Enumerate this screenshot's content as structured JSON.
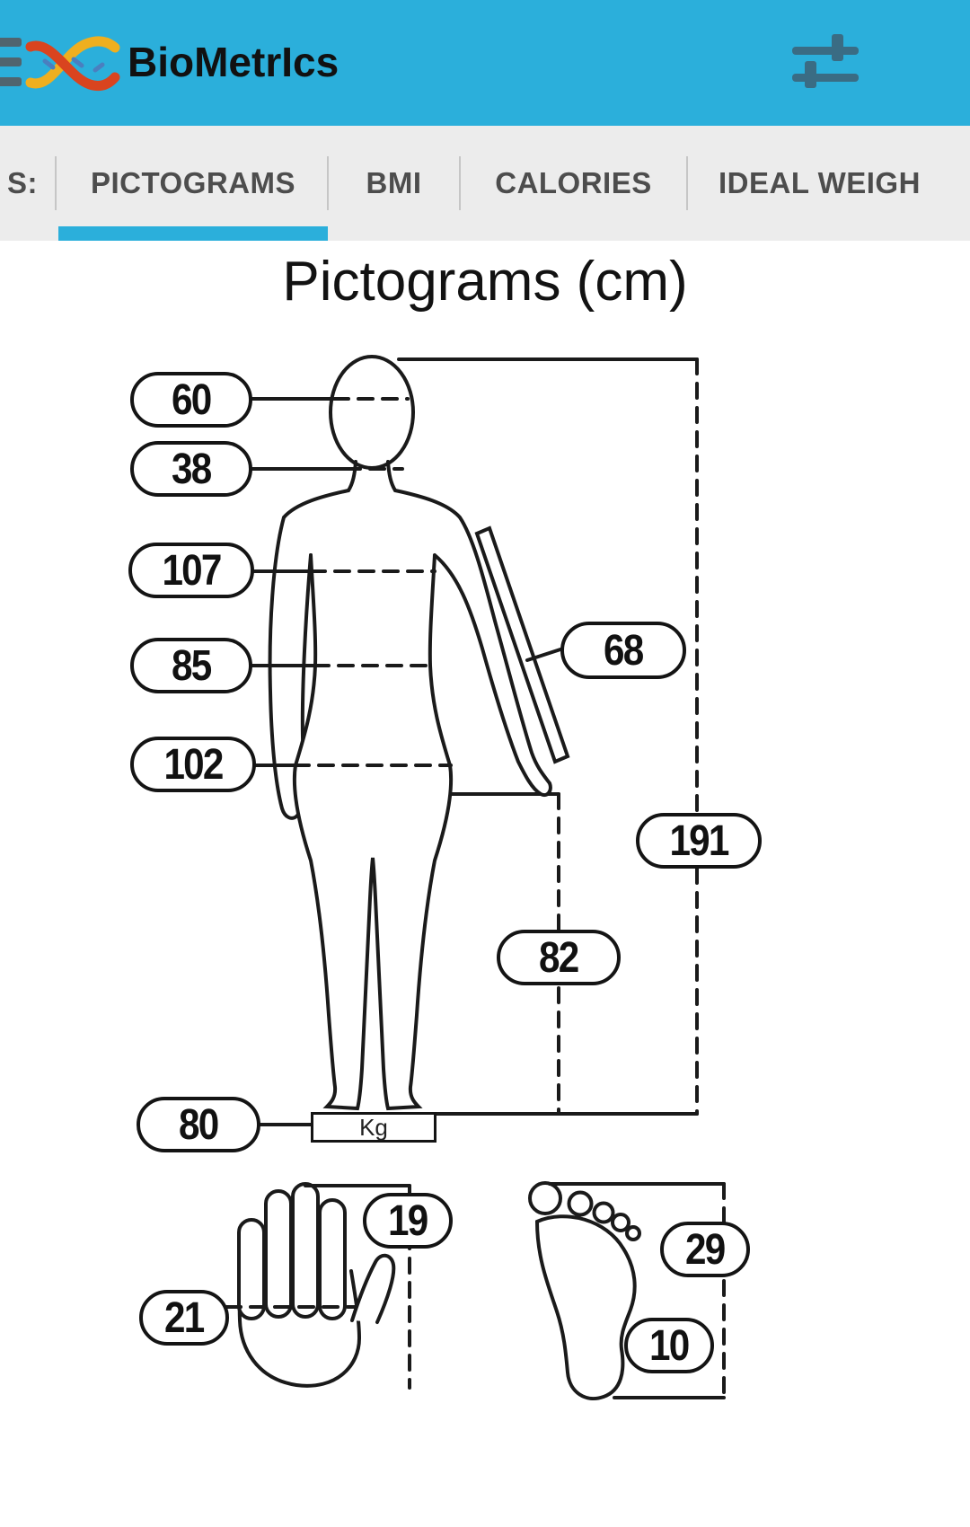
{
  "app_bar": {
    "title": "BioMetrIcs"
  },
  "tabs": {
    "items": [
      {
        "label": "S:",
        "active": false
      },
      {
        "label": "PICTOGRAMS",
        "active": true
      },
      {
        "label": "BMI",
        "active": false
      },
      {
        "label": "CALORIES",
        "active": false
      },
      {
        "label": "IDEAL WEIGH",
        "active": false
      }
    ]
  },
  "content": {
    "title": "Pictograms (cm)"
  },
  "measurements": {
    "head": "60",
    "neck": "38",
    "chest": "107",
    "waist": "85",
    "hip": "102",
    "arm": "68",
    "height": "191",
    "inseam": "82",
    "weight": "80",
    "weight_unit": "Kg",
    "hand_length": "19",
    "hand_width": "21",
    "foot_length": "29",
    "foot_width": "10"
  },
  "colors": {
    "app_bar": "#2BAFDB",
    "tab_underline": "#2BAFDB",
    "line": "#1a1a1a"
  }
}
